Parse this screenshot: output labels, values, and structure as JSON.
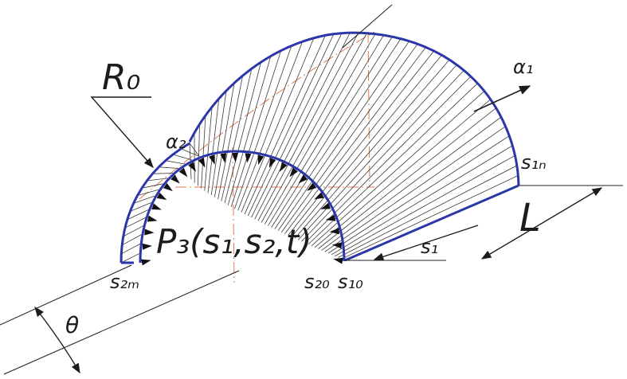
{
  "labels": {
    "r0": "R₀",
    "alpha1": "α₁",
    "alpha2": "α₂",
    "s1n": "s₁ₙ",
    "l": "L",
    "s1": "s₁",
    "p3": "P₃(s₁,s₂,t)",
    "s2m": "s₂ₘ",
    "s20": "s₂₀",
    "s10": "s₁₀",
    "theta": "θ"
  },
  "colors": {
    "shell_edge": "#2b36a8",
    "hatch": "#3a3a3a",
    "center_line": "#e07a50",
    "dimension": "#1c1c1c"
  }
}
